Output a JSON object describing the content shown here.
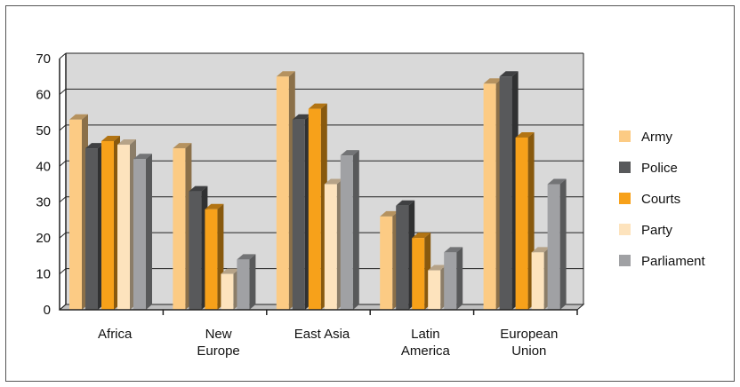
{
  "chart_data": {
    "type": "bar",
    "title": "",
    "xlabel": "",
    "ylabel": "",
    "ylim": [
      0,
      70
    ],
    "yticks": [
      0,
      10,
      20,
      30,
      40,
      50,
      60,
      70
    ],
    "grid": true,
    "legend_position": "right",
    "categories": [
      [
        "Africa"
      ],
      [
        "New",
        "Europe"
      ],
      [
        "East Asia"
      ],
      [
        "Latin",
        "America"
      ],
      [
        "European",
        "Union"
      ]
    ],
    "series": [
      {
        "name": "Army",
        "color": "#fccb84",
        "values": [
          53,
          45,
          65,
          26,
          63
        ]
      },
      {
        "name": "Police",
        "color": "#58595b",
        "values": [
          45,
          33,
          53,
          29,
          65
        ]
      },
      {
        "name": "Courts",
        "color": "#f7a11a",
        "values": [
          47,
          28,
          56,
          20,
          48
        ]
      },
      {
        "name": "Party",
        "color": "#fde3bd",
        "values": [
          46,
          10,
          35,
          11,
          16
        ]
      },
      {
        "name": "Parliament",
        "color": "#a0a1a4",
        "values": [
          42,
          14,
          43,
          16,
          35
        ]
      }
    ],
    "styles": {
      "plot_background": "#d9d9d9",
      "grid_color": "#222222",
      "axis_color": "#222222"
    }
  }
}
